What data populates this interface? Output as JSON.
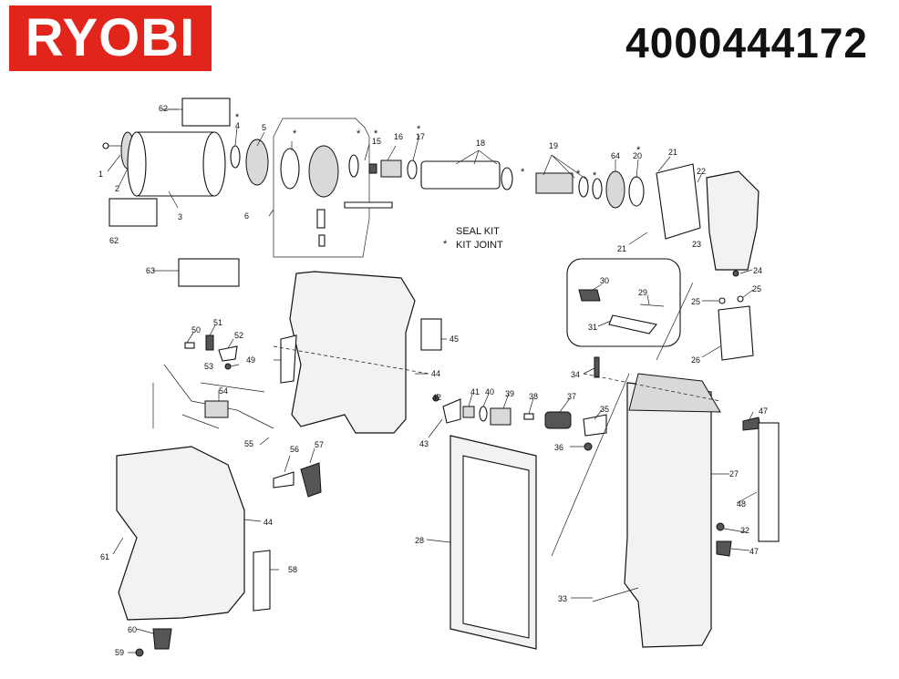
{
  "brand": "RYOBI",
  "model_number": "4000444172",
  "legend": {
    "asterisk": "*",
    "line1": "SEAL KIT",
    "line2": "KIT JOINT"
  },
  "part_labels": {
    "p1": "1",
    "p2": "2",
    "p3": "3",
    "p4": "4",
    "p5": "5",
    "p6": "6",
    "p15": "15",
    "p16": "16",
    "p17": "17",
    "p18": "18",
    "p19": "19",
    "p20": "20",
    "p21a": "21",
    "p21b": "21",
    "p22": "22",
    "p23": "23",
    "p24": "24",
    "p25a": "25",
    "p25b": "25",
    "p26": "26",
    "p27": "27",
    "p28": "28",
    "p29": "29",
    "p30": "30",
    "p31": "31",
    "p32": "32",
    "p33": "33",
    "p34": "34",
    "p35": "35",
    "p36": "36",
    "p37": "37",
    "p38": "38",
    "p39": "39",
    "p40": "40",
    "p41": "41",
    "p42": "42",
    "p43": "43",
    "p44a": "44",
    "p44b": "44",
    "p45": "45",
    "p47a": "47",
    "p47b": "47",
    "p48": "48",
    "p49": "49",
    "p50": "50",
    "p51": "51",
    "p52": "52",
    "p53": "53",
    "p54": "54",
    "p55": "55",
    "p56": "56",
    "p57": "57",
    "p58": "58",
    "p59": "59",
    "p60": "60",
    "p61": "61",
    "p62a": "62",
    "p62b": "62",
    "p63": "63",
    "p64": "64"
  },
  "seal_markers": "*"
}
